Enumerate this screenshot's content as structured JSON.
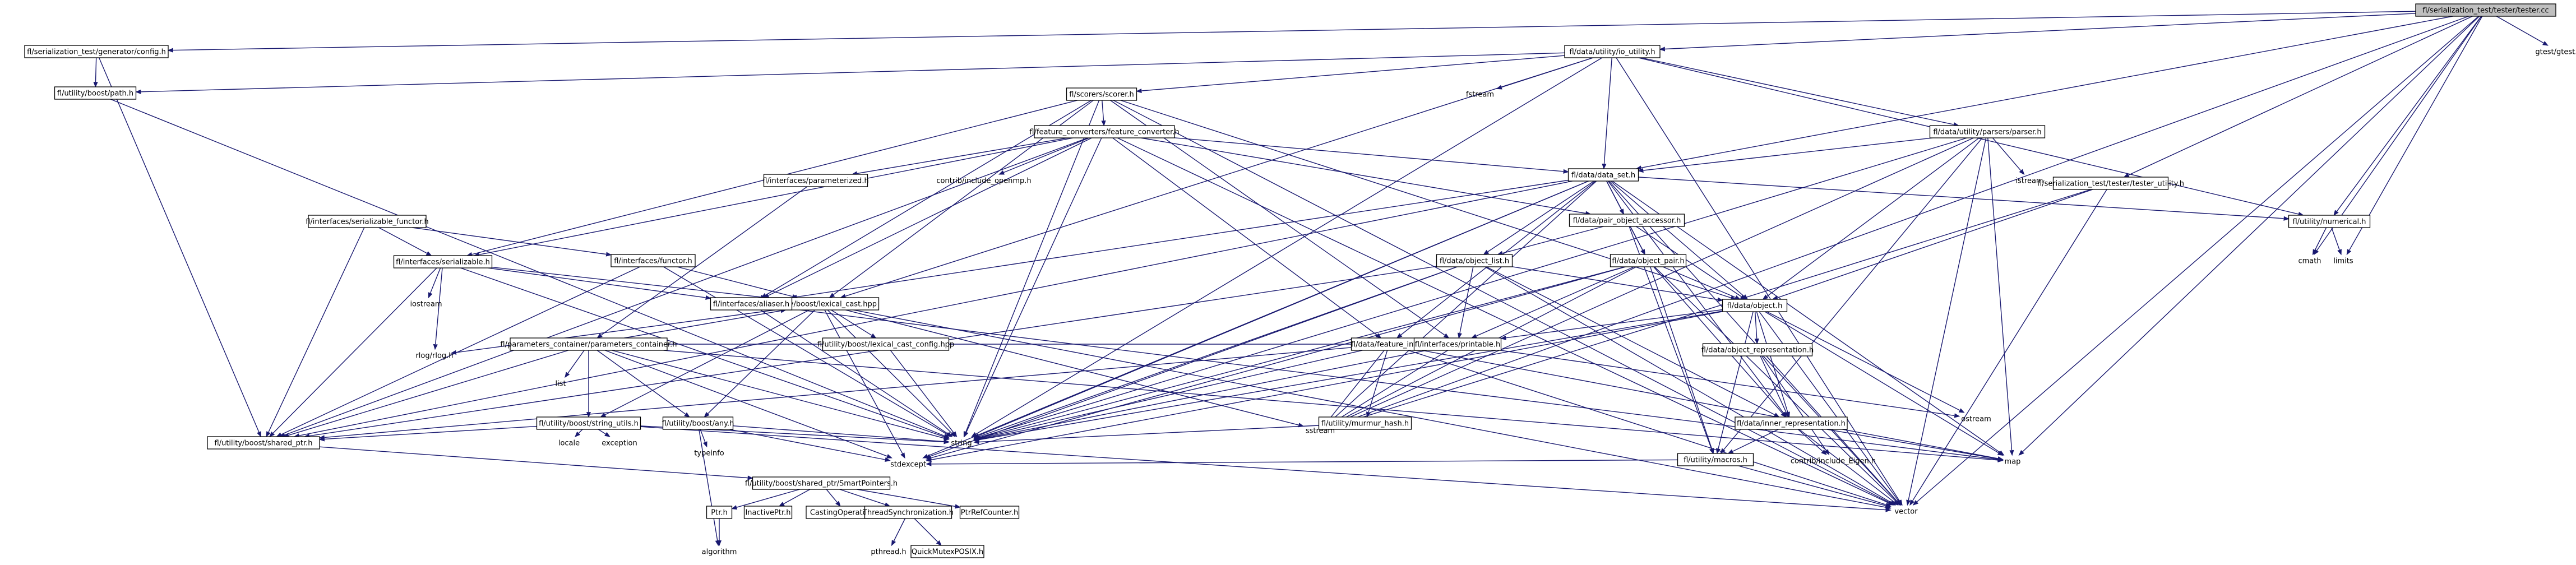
{
  "colors": {
    "edge": "#191970",
    "root_fill": "#bfbfbf",
    "node_fill": "#ffffff",
    "node_border": "#000000"
  },
  "nodes": [
    {
      "id": "root",
      "label": "fl/serialization_test/tester/tester.cc",
      "boxed": true,
      "root": true
    },
    {
      "id": "gen_config",
      "label": "fl/serialization_test/generator/config.h",
      "boxed": true
    },
    {
      "id": "io_utility",
      "label": "fl/data/utility/io_utility.h",
      "boxed": true
    },
    {
      "id": "gtest",
      "label": "gtest/gtest.h",
      "boxed": false
    },
    {
      "id": "path",
      "label": "fl/utility/boost/path.h",
      "boxed": true
    },
    {
      "id": "fstream",
      "label": "fstream",
      "boxed": false
    },
    {
      "id": "scorer",
      "label": "fl/scorers/scorer.h",
      "boxed": true
    },
    {
      "id": "feat_conv",
      "label": "fl/feature_converters/feature_converter.h",
      "boxed": true
    },
    {
      "id": "parser",
      "label": "fl/data/utility/parsers/parser.h",
      "boxed": true
    },
    {
      "id": "tester_util",
      "label": "fl/serialization_test/tester/tester_utility.h",
      "boxed": true
    },
    {
      "id": "parameterized",
      "label": "fl/interfaces/parameterized.h",
      "boxed": true
    },
    {
      "id": "openmp",
      "label": "contrib/include_openmp.h",
      "boxed": false
    },
    {
      "id": "data_set",
      "label": "fl/data/data_set.h",
      "boxed": true
    },
    {
      "id": "istream",
      "label": "istream",
      "boxed": false
    },
    {
      "id": "ser_functor",
      "label": "fl/interfaces/serializable_functor.h",
      "boxed": true
    },
    {
      "id": "numerical",
      "label": "fl/utility/numerical.h",
      "boxed": true
    },
    {
      "id": "pair_accessor",
      "label": "fl/data/pair_object_accessor.h",
      "boxed": true
    },
    {
      "id": "serializable",
      "label": "fl/interfaces/serializable.h",
      "boxed": true
    },
    {
      "id": "functor",
      "label": "fl/interfaces/functor.h",
      "boxed": true
    },
    {
      "id": "obj_list",
      "label": "fl/data/object_list.h",
      "boxed": true
    },
    {
      "id": "obj_pair",
      "label": "fl/data/object_pair.h",
      "boxed": true
    },
    {
      "id": "cmath",
      "label": "cmath",
      "boxed": false
    },
    {
      "id": "limits",
      "label": "limits",
      "boxed": false
    },
    {
      "id": "iostream",
      "label": "iostream",
      "boxed": false
    },
    {
      "id": "lexical_cast",
      "label": "fl/utility/boost/lexical_cast.hpp",
      "boxed": true
    },
    {
      "id": "aliaser",
      "label": "fl/interfaces/aliaser.h",
      "boxed": true
    },
    {
      "id": "object",
      "label": "fl/data/object.h",
      "boxed": true
    },
    {
      "id": "params_container",
      "label": "fl/parameters_container/parameters_container.h",
      "boxed": true
    },
    {
      "id": "lexcast_config",
      "label": "fl/utility/boost/lexical_cast_config.hpp",
      "boxed": true
    },
    {
      "id": "feature_info",
      "label": "fl/data/feature_info.h",
      "boxed": true
    },
    {
      "id": "printable",
      "label": "fl/interfaces/printable.h",
      "boxed": true
    },
    {
      "id": "obj_repr",
      "label": "fl/data/object_representation.h",
      "boxed": true
    },
    {
      "id": "rlog",
      "label": "rlog/rlog.h",
      "boxed": false
    },
    {
      "id": "list",
      "label": "list",
      "boxed": false
    },
    {
      "id": "string_utils",
      "label": "fl/utility/boost/string_utils.h",
      "boxed": true
    },
    {
      "id": "any",
      "label": "fl/utility/boost/any.h",
      "boxed": true
    },
    {
      "id": "murmur",
      "label": "fl/utility/murmur_hash.h",
      "boxed": true
    },
    {
      "id": "sstream",
      "label": "sstream",
      "boxed": false
    },
    {
      "id": "inner_repr",
      "label": "fl/data/inner_representation.h",
      "boxed": true
    },
    {
      "id": "ostream",
      "label": "ostream",
      "boxed": false
    },
    {
      "id": "shared_ptr",
      "label": "fl/utility/boost/shared_ptr.h",
      "boxed": true
    },
    {
      "id": "locale",
      "label": "locale",
      "boxed": false
    },
    {
      "id": "exception",
      "label": "exception",
      "boxed": false
    },
    {
      "id": "typeinfo",
      "label": "typeinfo",
      "boxed": false
    },
    {
      "id": "string",
      "label": "string",
      "boxed": false
    },
    {
      "id": "macros",
      "label": "fl/utility/macros.h",
      "boxed": true
    },
    {
      "id": "eigen",
      "label": "contrib/include_Eigen.h",
      "boxed": false
    },
    {
      "id": "map",
      "label": "map",
      "boxed": false
    },
    {
      "id": "stdexcept",
      "label": "stdexcept",
      "boxed": false
    },
    {
      "id": "vector",
      "label": "vector",
      "boxed": false
    },
    {
      "id": "smartptrs",
      "label": "fl/utility/boost/shared_ptr/SmartPointers.h",
      "boxed": true
    },
    {
      "id": "ptr",
      "label": "Ptr.h",
      "boxed": true
    },
    {
      "id": "inactiveptr",
      "label": "InactivePtr.h",
      "boxed": true
    },
    {
      "id": "castops",
      "label": "CastingOperators.h",
      "boxed": true
    },
    {
      "id": "threadsync",
      "label": "ThreadSynchronization.h",
      "boxed": true
    },
    {
      "id": "ptrrefcounter",
      "label": "PtrRefCounter.h",
      "boxed": true
    },
    {
      "id": "algorithm",
      "label": "algorithm",
      "boxed": false
    },
    {
      "id": "pthread",
      "label": "pthread.h",
      "boxed": false
    },
    {
      "id": "quickmutex",
      "label": "QuickMutexPOSIX.h",
      "boxed": true
    }
  ]
}
